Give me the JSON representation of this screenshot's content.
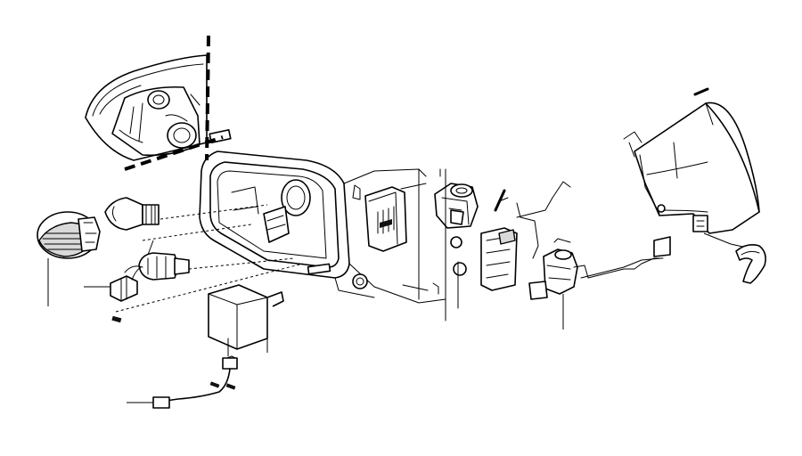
{
  "diagram": {
    "type": "exploded-parts-illustration",
    "components": [
      "headlamp-lens",
      "reflector",
      "bulb",
      "bulb-with-socket",
      "cover-cap",
      "connector-plug",
      "headlamp-housing",
      "control-module",
      "wiring-harness-connector",
      "adjustment-motor",
      "bracket",
      "leveling-sensor",
      "headlamp-rear-housing",
      "hose-connector"
    ],
    "colors": {
      "line": "#000000",
      "background": "#ffffff",
      "fill": "#d9d9d9"
    }
  }
}
